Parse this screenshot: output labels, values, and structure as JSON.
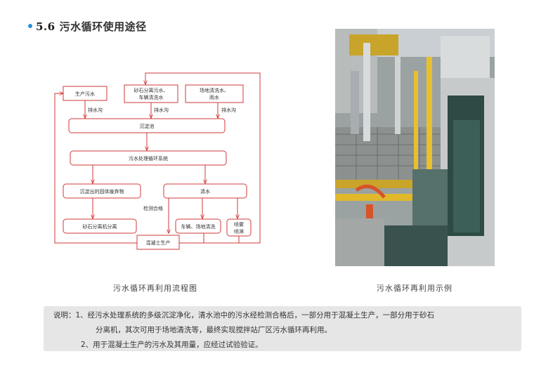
{
  "section": {
    "number": "5.6",
    "title": "污水循环使用途径"
  },
  "flow": {
    "boxes": {
      "production": "生产污水",
      "sand1": "砂石分离污水、",
      "sand2": "车辆清洗水",
      "site1": "场地清洗水、",
      "site2": "雨水",
      "sedimentation": "沉淀池",
      "treatment": "污水处理循环系统",
      "solid": "沉淀出的固体废弃物",
      "clean": "清水",
      "separator": "砂石分离机分离",
      "vehicle": "车辆、场地清洗",
      "spray1": "喷雾",
      "spray2": "喷淋",
      "concrete": "混凝土生产"
    },
    "labels": {
      "drain1": "排水沟",
      "drain2": "排水沟",
      "drain3": "排水沟",
      "qualified": "检测合格"
    }
  },
  "captions": {
    "left": "污水循环再利用流程图",
    "right": "污水循环再利用示例"
  },
  "note": {
    "line1": "说明：1、经污水处理系统的多级沉淀净化，清水池中的污水经检测合格后，一部分用于混凝土生产，一部分用于砂石",
    "line2": "分离机，其次可用于场地清洗等，最终实现搅拌站厂区污水循环再利用。",
    "line3": "2、用于混凝土生产的污水及其用量，应经过试验验证。"
  },
  "colors": {
    "accent": "#2a8fd8",
    "flow": "#d23a3a",
    "note_bg": "#e6e6e6"
  }
}
